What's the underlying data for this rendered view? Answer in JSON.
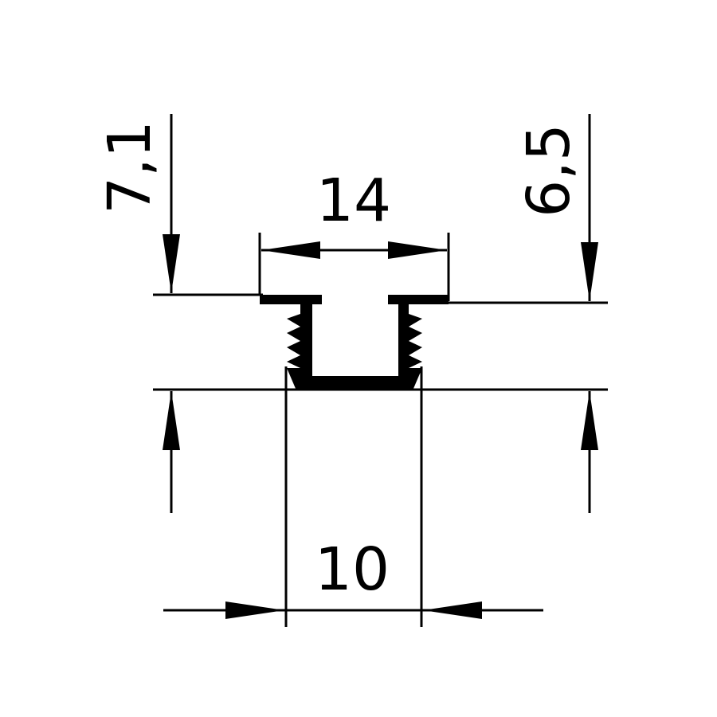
{
  "dimensions": {
    "top_width": "14",
    "bottom_width": "10",
    "left_height": "7,1",
    "right_height": "6,5"
  },
  "colors": {
    "ink": "#000000",
    "background": "#ffffff"
  }
}
